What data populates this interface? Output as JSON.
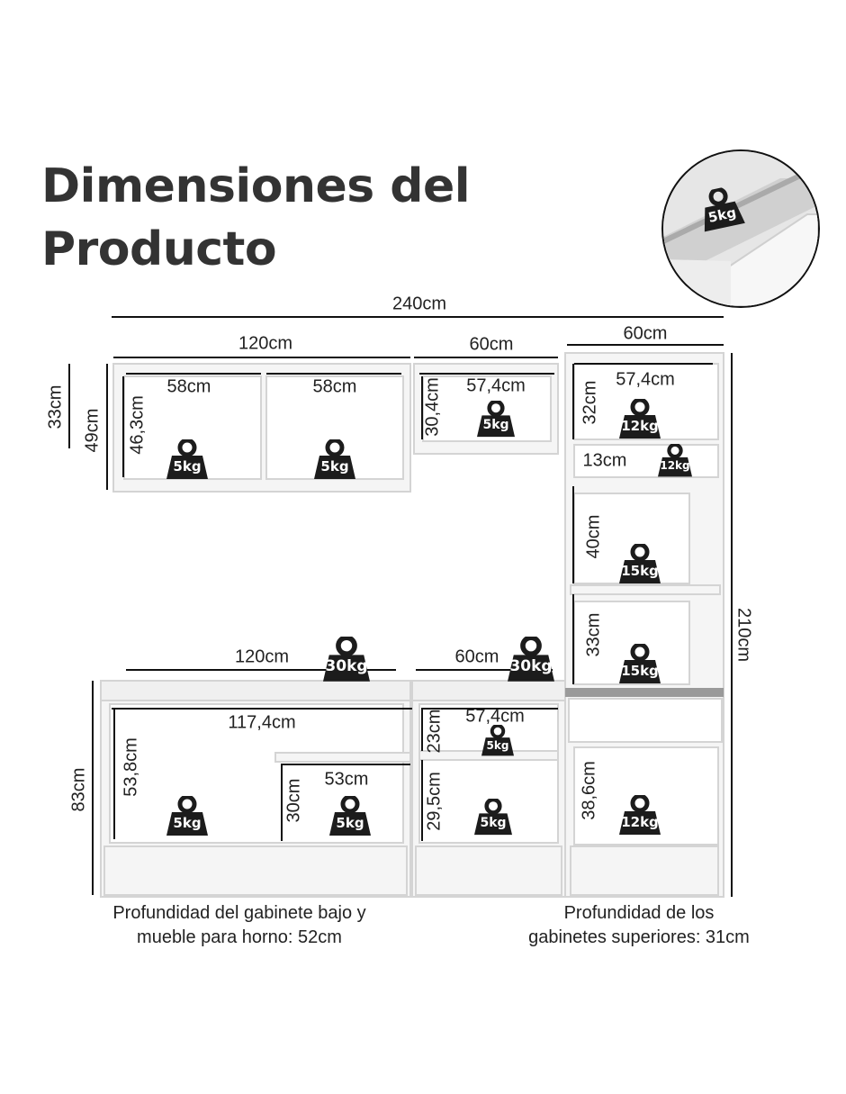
{
  "title": {
    "line1": "Dimensiones del",
    "line2": "Producto"
  },
  "dimensions": {
    "total_width": "240cm",
    "upper_left_width": "120cm",
    "upper_mid_width": "60cm",
    "tower_width": "60cm",
    "upper_left_niche_1": "58cm",
    "upper_left_niche_2": "58cm",
    "upper_mid_inner": "57,4cm",
    "tower_inner": "57,4cm",
    "upper_height_outer": "33cm",
    "upper_height_total": "49cm",
    "upper_left_inner_height": "46,3cm",
    "upper_mid_inner_height": "30,4cm",
    "tower_top_height": "32cm",
    "tower_small_height": "13cm",
    "tower_mid_height": "40cm",
    "tower_lower_height": "33cm",
    "tower_total_height": "210cm",
    "base_left_width": "120cm",
    "base_mid_width": "60cm",
    "base_left_inner": "117,4cm",
    "base_mid_inner": "57,4cm",
    "base_left_inner_height": "53,8cm",
    "base_shelf_width": "53cm",
    "base_shelf_height": "30cm",
    "base_mid_top_height": "23cm",
    "base_mid_bottom_height": "29,5cm",
    "tower_bottom_height": "38,6cm",
    "base_height": "83cm"
  },
  "weights": {
    "upper_left_1": "5kg",
    "upper_left_2": "5kg",
    "upper_mid": "5kg",
    "tower_top": "12kg",
    "tower_small": "12kg",
    "tower_mid": "15kg",
    "tower_lower": "15kg",
    "counter_left": "30kg",
    "counter_mid": "30kg",
    "base_left": "5kg",
    "base_shelf": "5kg",
    "base_mid_top": "5kg",
    "base_mid_bottom": "5kg",
    "tower_bottom": "12kg",
    "drawer_inset": "5kg"
  },
  "captions": {
    "base_depth_line1": "Profundidad del gabinete bajo y",
    "base_depth_line2": "mueble para horno: 52cm",
    "upper_depth_line1": "Profundidad de los",
    "upper_depth_line2": "gabinetes superiores: 31cm"
  },
  "colors": {
    "furniture": "#f3f3f3",
    "edge": "#d6d6d6",
    "weight_icon": "#1c1c1c",
    "counter_strip": "#9a9a9a"
  }
}
